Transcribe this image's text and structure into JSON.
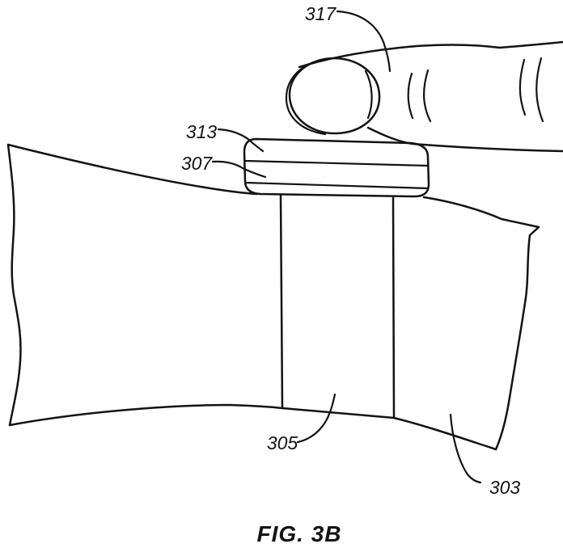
{
  "figure": {
    "caption": "FIG. 3B",
    "background_color": "#ffffff",
    "line_color": "#131313",
    "labels": {
      "l317": "317",
      "l313": "313",
      "l307": "307",
      "l305": "305",
      "l303": "303"
    }
  }
}
